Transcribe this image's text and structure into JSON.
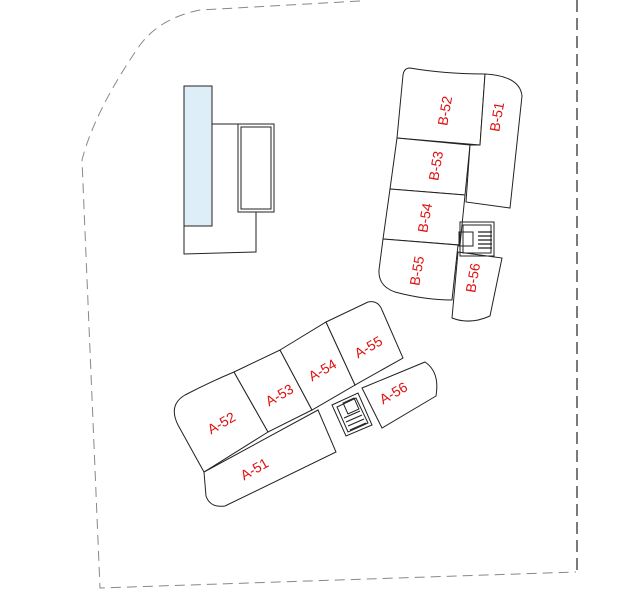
{
  "colors": {
    "label": "#e01010",
    "line": "#222222",
    "pool": "#ddeef8",
    "boundary": "#888888"
  },
  "tower_a": {
    "units": [
      "A-51",
      "A-52",
      "A-53",
      "A-54",
      "A-55",
      "A-56"
    ]
  },
  "tower_b": {
    "units": [
      "B-51",
      "B-52",
      "B-53",
      "B-54",
      "B-55",
      "B-56"
    ]
  }
}
